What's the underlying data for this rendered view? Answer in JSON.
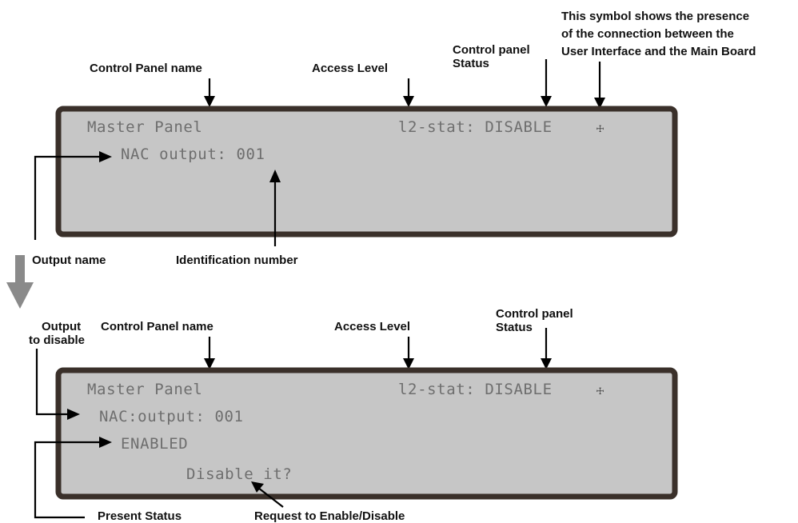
{
  "top": {
    "annotations": {
      "control_panel_name": "Control Panel name",
      "access_level": "Access Level",
      "status_1": "Control panel",
      "status_2": "Status",
      "symbol_1": "This symbol shows the presence",
      "symbol_2": "of  the connection between the",
      "symbol_3": "User Interface and the Main Board",
      "output_name": "Output name",
      "identification_number": "Identification number"
    },
    "display": {
      "panel_name": "Master Panel",
      "status_line": "l2-stat: DISABLE",
      "connection_symbol": "☩",
      "output_line": "NAC output: 001"
    }
  },
  "bottom": {
    "annotations": {
      "output_1": "Output",
      "output_2": "to disable",
      "control_panel_name": "Control Panel name",
      "access_level": "Access Level",
      "status_1": "Control panel",
      "status_2": "Status",
      "present_status": "Present  Status",
      "request": "Request to Enable/Disable"
    },
    "display": {
      "panel_name": "Master Panel",
      "status_line": "l2-stat: DISABLE",
      "connection_symbol": "☩",
      "output_line": "NAC:output: 001",
      "state_line": "ENABLED",
      "prompt_line": "Disable it?"
    }
  }
}
